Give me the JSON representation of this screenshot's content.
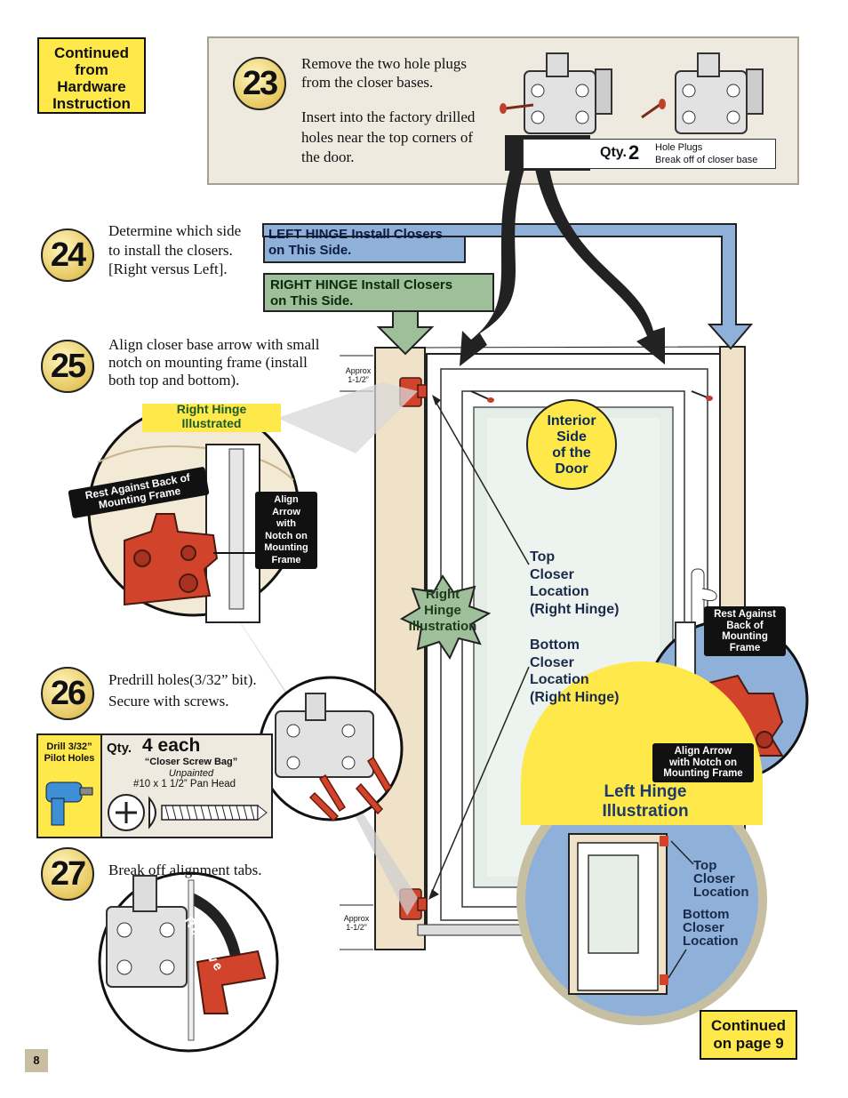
{
  "header_box": {
    "line1": "Continued",
    "line2": "from",
    "line3": "Hardware",
    "line4": "Instruction"
  },
  "step23": {
    "number": "23",
    "text1": "Remove the two hole plugs from the closer bases.",
    "text2": "Insert into the factory drilled holes near the top corners of the door.",
    "qty_label": "Qty.",
    "qty_value": "2",
    "part_line1": "Hole Plugs",
    "part_line2": "Break off of closer base"
  },
  "step24": {
    "number": "24",
    "text": "Determine which side to install the closers. [Right versus Left]."
  },
  "left_hinge_bar": {
    "line1": "LEFT HINGE Install Closers",
    "line2": "on This Side."
  },
  "right_hinge_bar": {
    "line1": "RIGHT HINGE Install Closers",
    "line2": "on This Side."
  },
  "step25": {
    "number": "25",
    "text": "Align closer base arrow with small notch on mounting frame (install both top and bottom)."
  },
  "detail_right": {
    "banner_line1": "Right Hinge",
    "banner_line2": "Illustrated",
    "rest_line1": "Rest Against Back of",
    "rest_line2": "Mounting Frame",
    "align_line1": "Align",
    "align_line2": "Arrow",
    "align_line3": "with",
    "align_line4": "Notch on",
    "align_line5": "Mounting",
    "align_line6": "Frame"
  },
  "approx_top": {
    "line1": "Approx",
    "line2": "1-1/2”"
  },
  "approx_bottom": {
    "line1": "Approx",
    "line2": "1-1/2”"
  },
  "interior_badge": {
    "line1": "Interior",
    "line2": "Side",
    "line3": "of the",
    "line4": "Door"
  },
  "star_badge": {
    "line1": "Right",
    "line2": "Hinge",
    "line3": "Illustration"
  },
  "top_closer_right": {
    "line1": "Top",
    "line2": "Closer",
    "line3": "Location",
    "line4": "(Right Hinge)"
  },
  "bottom_closer_right": {
    "line1": "Bottom",
    "line2": "Closer",
    "line3": "Location",
    "line4": "(Right Hinge)"
  },
  "detail_left": {
    "rest_line1": "Rest Against",
    "rest_line2": "Back of",
    "rest_line3": "Mounting",
    "rest_line4": "Frame",
    "align_line1": "Align Arrow",
    "align_line2": "with Notch on",
    "align_line3": "Mounting Frame"
  },
  "step26": {
    "number": "26",
    "text1": "Predrill holes(3/32” bit).",
    "text2": "Secure with screws.",
    "drill_line1": "Drill 3/32”",
    "drill_line2": "Pilot Holes",
    "qty_label": "Qty.",
    "qty_value": "4 each",
    "bag": "“Closer Screw Bag”",
    "finish": "Unpainted",
    "screw": "#10 x 1 1/2”  Pan Head"
  },
  "left_hinge_circle": {
    "title_line1": "Left Hinge",
    "title_line2": "Illustration",
    "top_line1": "Top",
    "top_line2": "Closer",
    "top_line3": "Location",
    "bottom_line1": "Bottom",
    "bottom_line2": "Closer",
    "bottom_line3": "Location"
  },
  "step27": {
    "number": "27",
    "text": "Break off alignment tabs.",
    "remove_label": "Remove"
  },
  "footer_box": {
    "line1": "Continued",
    "line2": "on page 9"
  },
  "page_number": "8",
  "colors": {
    "yellow": "#ffe94a",
    "blue": "#8fb1d9",
    "green": "#9fbf9a",
    "closer_red": "#d2432c",
    "wood": "#f0e2c8"
  }
}
